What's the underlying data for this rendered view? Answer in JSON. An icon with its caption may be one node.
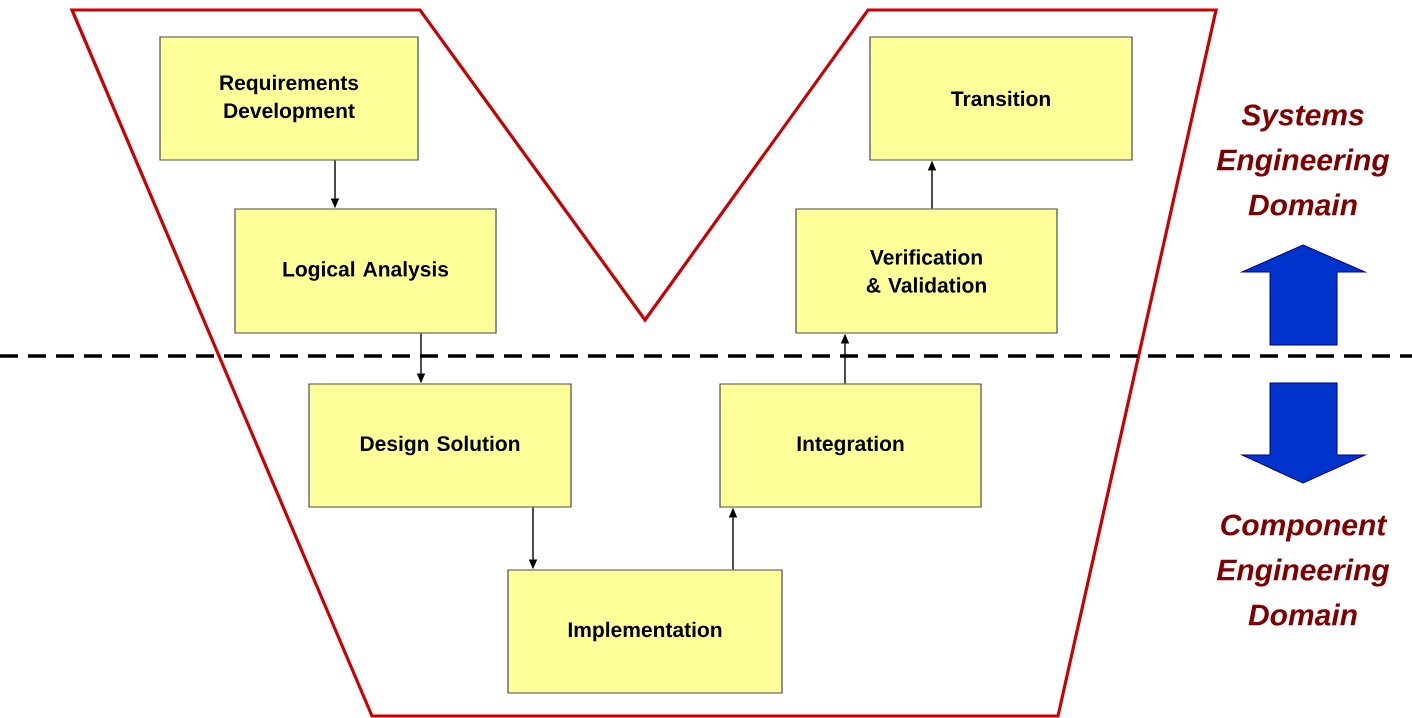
{
  "diagram": {
    "nodes": [
      {
        "text": [
          "Requirements Development"
        ]
      },
      {
        "text": [
          "Logical Analysis"
        ]
      },
      {
        "text": [
          "Design Solution"
        ]
      },
      {
        "text": [
          "Implementation"
        ]
      },
      {
        "text": [
          "Integration"
        ]
      },
      {
        "text": [
          "Verification & Validation"
        ]
      },
      {
        "text": [
          "Transition"
        ]
      }
    ],
    "edges": [
      {
        "from": 0,
        "to": 1,
        "arrow": "to"
      },
      {
        "from": 1,
        "to": 2,
        "arrow": "to"
      },
      {
        "from": 2,
        "to": 3,
        "arrow": "to"
      },
      {
        "from": 3,
        "to": 4,
        "arrow": "to"
      },
      {
        "from": 4,
        "to": 5,
        "arrow": "to"
      },
      {
        "from": 5,
        "to": 6,
        "arrow": "to"
      }
    ],
    "labels": [
      "Systems Engineering Domain",
      "Component Engineering Domain"
    ]
  }
}
